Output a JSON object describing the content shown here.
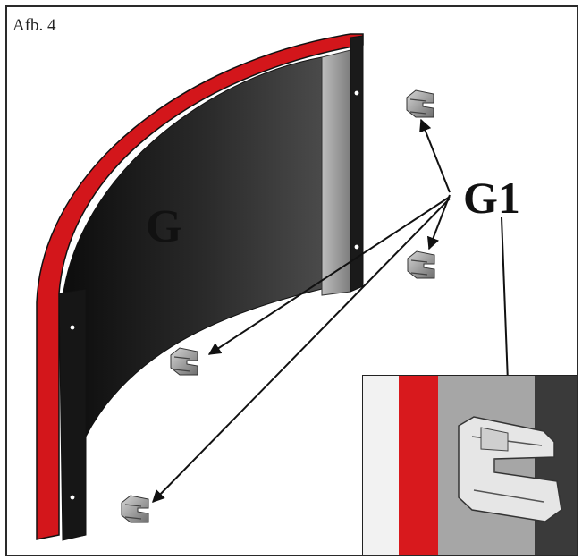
{
  "figure": {
    "label": "Afb. 4"
  },
  "labels": {
    "part": "G",
    "clip": "G1"
  },
  "colors": {
    "panel_face": "#1b1b1b",
    "panel_edge": "#d3161b",
    "rail": "#9a9a9a",
    "clip": "#8c8c8c",
    "arrow": "#111111"
  },
  "icons": [
    "clip-icon"
  ]
}
